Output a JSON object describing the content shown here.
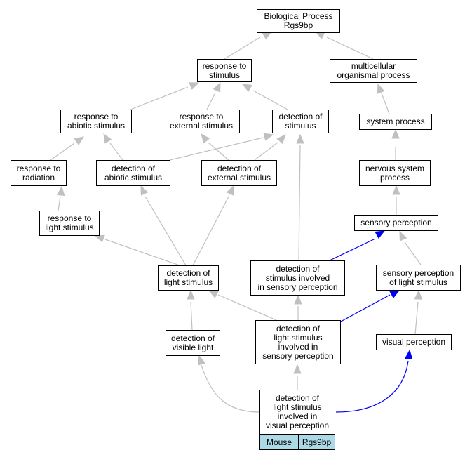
{
  "nodes": {
    "bp": "Biological Process\nRgs9bp",
    "response_to_stimulus": "response to\nstimulus",
    "multicellular_organismal_process": "multicellular\norganismal process",
    "response_to_abiotic_stimulus": "response to\nabiotic stimulus",
    "response_to_external_stimulus": "response to\nexternal stimulus",
    "detection_of_stimulus": "detection of\nstimulus",
    "system_process": "system process",
    "response_to_radiation": "response to\nradiation",
    "detection_of_abiotic_stimulus": "detection of\nabiotic stimulus",
    "detection_of_external_stimulus": "detection of\nexternal stimulus",
    "nervous_system_process": "nervous system\nprocess",
    "response_to_light_stimulus": "response to\nlight stimulus",
    "sensory_perception": "sensory perception",
    "detection_of_light_stimulus": "detection of\nlight stimulus",
    "detection_of_stimulus_sensory": "detection of\nstimulus involved\nin sensory perception",
    "sensory_perception_of_light": "sensory perception\nof light stimulus",
    "detection_of_visible_light": "detection of\nvisible light",
    "detection_light_sensory": "detection of\nlight stimulus\ninvolved in\nsensory perception",
    "visual_perception": "visual perception",
    "detection_light_visual": "detection of\nlight stimulus\ninvolved in\nvisual perception"
  },
  "legend": {
    "species": "Mouse",
    "gene": "Rgs9bp",
    "color": "#add8e6"
  },
  "edge_colors": {
    "default": "#c0c0c0",
    "highlight": "#0000ff"
  }
}
